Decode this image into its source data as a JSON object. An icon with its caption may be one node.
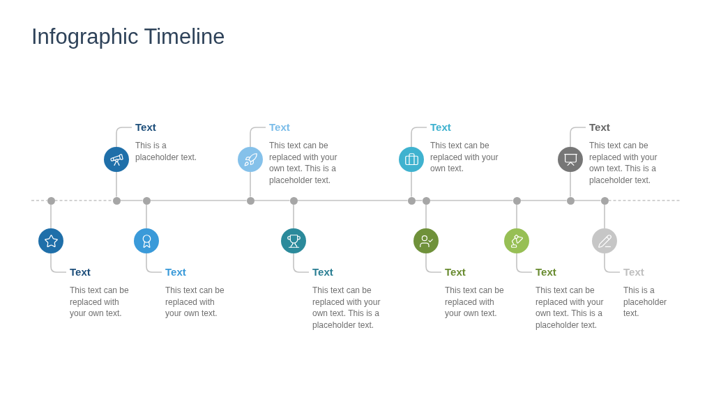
{
  "diagram": {
    "title": "Infographic Timeline",
    "nodes": [
      {
        "text": [],
        "shape": "circle"
      },
      {
        "text": [],
        "shape": "circle"
      },
      {
        "text": [
          "Text",
          "This text can be replaced with your own text."
        ]
      },
      {
        "text": [],
        "shape": "circle"
      },
      {
        "text": [],
        "shape": "circle"
      },
      {
        "text": [
          "Text",
          "This is a placeholder text."
        ]
      },
      {
        "text": [],
        "shape": "circle"
      },
      {
        "text": [],
        "shape": "circle"
      },
      {
        "text": [
          "Text",
          "This text can be replaced with your own text."
        ]
      },
      {
        "text": [],
        "shape": "circle"
      },
      {
        "text": [],
        "shape": "circle"
      },
      {
        "text": [
          "Text",
          "This text can be replaced with your own text. This is a placeholder text."
        ]
      },
      {
        "text": [],
        "shape": "circle"
      },
      {
        "text": [],
        "shape": "circle"
      },
      {
        "text": [
          "Text",
          "This text can be replaced with your own text. This is a placeholder text."
        ]
      },
      {
        "text": [],
        "shape": "circle"
      },
      {
        "text": [],
        "shape": "circle"
      },
      {
        "text": [
          "Text",
          "This text can be replaced with your own text."
        ]
      },
      {
        "text": [],
        "shape": "circle"
      },
      {
        "text": [],
        "shape": "circle"
      },
      {
        "text": [
          "Text",
          "This text can be replaced with your own text."
        ]
      },
      {
        "text": [],
        "shape": "circle"
      },
      {
        "text": [],
        "shape": "circle"
      },
      {
        "text": [
          "Text",
          "This text can be replaced with your own text. This is a placeholder text."
        ]
      },
      {
        "text": [],
        "shape": "circle"
      },
      {
        "text": [],
        "shape": "circle"
      },
      {
        "text": [
          "Text",
          "This text can be replaced with your own text. This is a placeholder text."
        ]
      },
      {
        "text": [],
        "shape": "circle"
      },
      {
        "text": [],
        "shape": "circle"
      },
      {
        "text": [
          "Text",
          "This is a placeholder text."
        ]
      }
    ],
    "edges": [
      {
        "from": null,
        "to": 0,
        "arrow": "none",
        "style": "dashed"
      },
      {
        "from": 0,
        "to": 3,
        "arrow": "none",
        "style": "dashed"
      },
      {
        "from": 3,
        "to": 6,
        "arrow": "none"
      },
      {
        "from": 6,
        "to": 9,
        "arrow": "none"
      },
      {
        "from": 9,
        "to": 12,
        "arrow": "none"
      },
      {
        "from": 12,
        "to": 15,
        "arrow": "none"
      },
      {
        "from": 15,
        "to": 18,
        "arrow": "none"
      },
      {
        "from": 18,
        "to": 21,
        "arrow": "none"
      },
      {
        "from": 21,
        "to": 24,
        "arrow": "none"
      },
      {
        "from": 24,
        "to": 27,
        "arrow": "none"
      },
      {
        "from": 27,
        "to": null,
        "arrow": "none",
        "style": "dashed"
      },
      {
        "from": 0,
        "to": 1,
        "arrow": "none"
      },
      {
        "from": 1,
        "to": 2,
        "arrow": "none"
      },
      {
        "from": 3,
        "to": 4,
        "arrow": "none"
      },
      {
        "from": 4,
        "to": 5,
        "arrow": "none"
      },
      {
        "from": 6,
        "to": 7,
        "arrow": "none"
      },
      {
        "from": 7,
        "to": 8,
        "arrow": "none"
      },
      {
        "from": 9,
        "to": 10,
        "arrow": "none"
      },
      {
        "from": 10,
        "to": 11,
        "arrow": "none"
      },
      {
        "from": 12,
        "to": 13,
        "arrow": "none"
      },
      {
        "from": 13,
        "to": 14,
        "arrow": "none"
      },
      {
        "from": 15,
        "to": 16,
        "arrow": "none"
      },
      {
        "from": 16,
        "to": 17,
        "arrow": "none"
      },
      {
        "from": 18,
        "to": 19,
        "arrow": "none"
      },
      {
        "from": 19,
        "to": 20,
        "arrow": "none"
      },
      {
        "from": 21,
        "to": 22,
        "arrow": "none"
      },
      {
        "from": 22,
        "to": 23,
        "arrow": "none"
      },
      {
        "from": 24,
        "to": 25,
        "arrow": "none"
      },
      {
        "from": 25,
        "to": 26,
        "arrow": "none"
      },
      {
        "from": 27,
        "to": 28,
        "arrow": "none"
      },
      {
        "from": 28,
        "to": 29,
        "arrow": "none"
      }
    ]
  }
}
